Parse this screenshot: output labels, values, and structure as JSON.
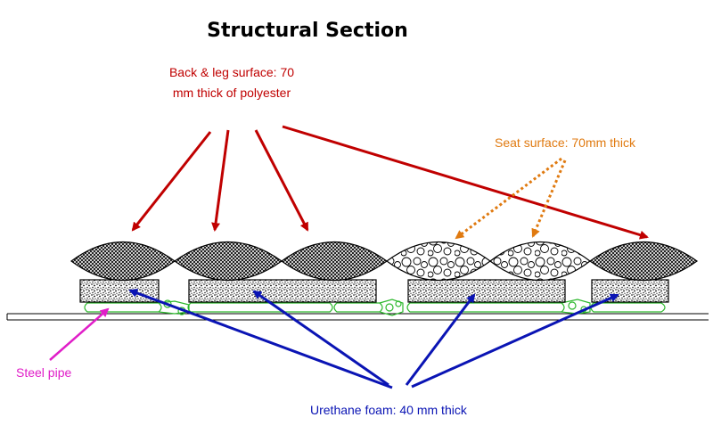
{
  "title": "Structural Section",
  "labels": {
    "back_leg_line1": "Back & leg surface: 70",
    "back_leg_line2": "mm thick of polyester",
    "seat": "Seat surface: 70mm thick",
    "steel_pipe": "Steel pipe",
    "urethane": "Urethane foam: 40 mm thick"
  },
  "colors": {
    "back_leg": "#c00000",
    "seat": "#e07a10",
    "steel_pipe": "#e01ec8",
    "urethane": "#0a14b4",
    "frame": "#2db82d",
    "outline": "#000000"
  },
  "icons": [
    "polyester-cushion-icon",
    "seat-cushion-icon",
    "urethane-foam-pad-icon",
    "steel-pipe-frame-icon"
  ]
}
